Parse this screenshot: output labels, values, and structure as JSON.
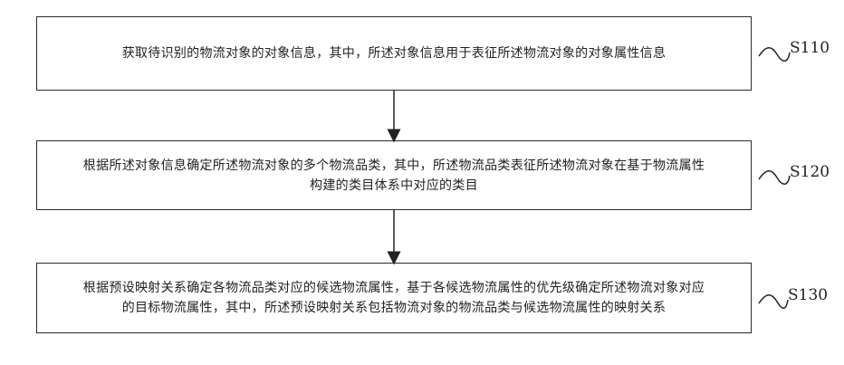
{
  "steps": [
    {
      "id": "S110",
      "text": "获取待识别的物流对象的对象信息，其中，所述对象信息用于表征所述物流对象的对象属性信息"
    },
    {
      "id": "S120",
      "text_line1": "根据所述对象信息确定所述物流对象的多个物流品类，其中，所述物流品类表征所述物流对象在基于物流属性",
      "text_line2": "构建的类目体系中对应的类目"
    },
    {
      "id": "S130",
      "text_line1": "根据预设映射关系确定各物流品类对应的候选物流属性，基于各候选物流属性的优先级确定所述物流对象对应",
      "text_line2": "的目标物流属性，其中，所述预设映射关系包括物流对象的物流品类与候选物流属性的映射关系"
    }
  ]
}
